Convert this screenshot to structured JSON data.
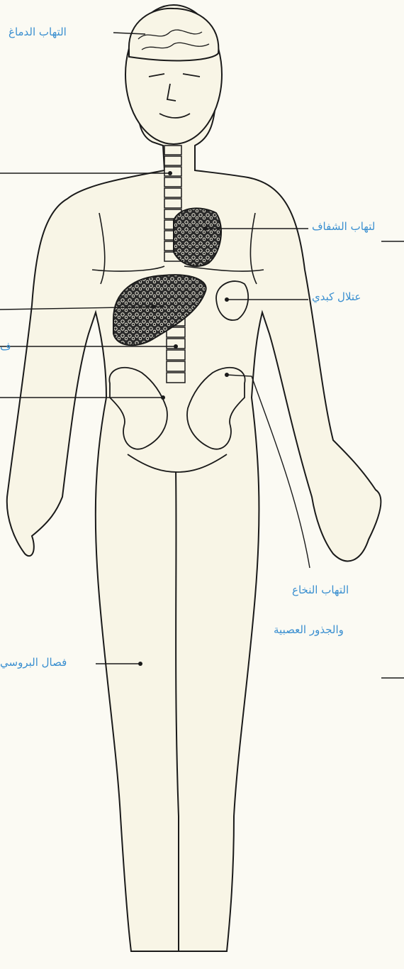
{
  "colors": {
    "label": "#3a8fd0",
    "line": "#1a1a1a",
    "skin": "#f8f5e6",
    "organ": "#2a2a2a"
  },
  "labels": {
    "brain": "التهاب الدماغ",
    "pleura": "لتهاب الشفاف",
    "liver": "عتلال كبدي",
    "left_clip": "ف",
    "spinal_1": "التهاب النخاع",
    "spinal_2": "والجذور العصبية",
    "knee": "فصال البروسي"
  }
}
